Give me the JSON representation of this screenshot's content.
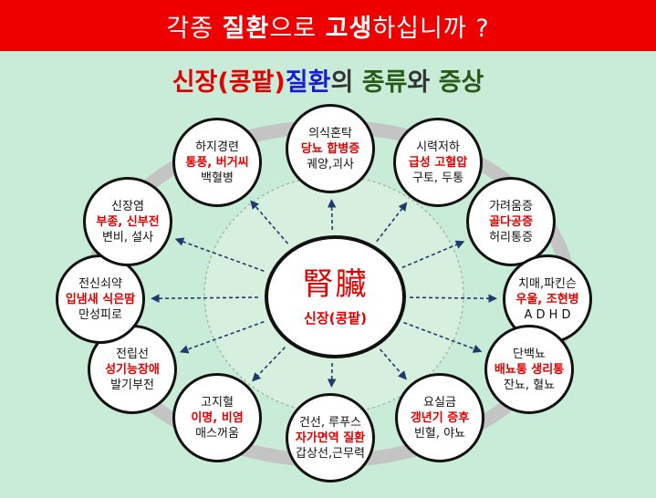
{
  "header": {
    "title_parts": [
      "각종 ",
      "질환",
      "으로 ",
      "고생",
      "하십니까 ?"
    ]
  },
  "subtitle": {
    "part1": "신장",
    "part2": "(콩팥)",
    "part3": "질환",
    "part4": "의 ",
    "part5": "종류",
    "part6": "와 ",
    "part7": "증상"
  },
  "center": {
    "hanja": "腎臟",
    "korean": "신장(콩팥)"
  },
  "nodes": [
    {
      "lines": [
        "의식혼탁",
        "당뇨 합병증",
        "궤양,괴사"
      ]
    },
    {
      "lines": [
        "시력저하",
        "급성 고혈압",
        "구토, 두통"
      ]
    },
    {
      "lines": [
        "가려움증",
        "골다공증",
        "허리통증"
      ]
    },
    {
      "lines": [
        "치매,파킨슨",
        "우울, 조현병",
        "A D H D"
      ]
    },
    {
      "lines": [
        "단백뇨",
        "배뇨통 생리통",
        "잔뇨, 혈뇨"
      ]
    },
    {
      "lines": [
        "요실금",
        "갱년기 증후",
        "빈혈, 야뇨"
      ]
    },
    {
      "lines": [
        "건선, 루푸스",
        "자가면역 질환",
        "갑상선,근무력"
      ]
    },
    {
      "lines": [
        "고지혈",
        "이명, 비염",
        "매스꺼움"
      ]
    },
    {
      "lines": [
        "전립선",
        "성기능장애",
        "발기부전"
      ]
    },
    {
      "lines": [
        "전신쇠약",
        "입냄새 식은땀",
        "만성피로"
      ]
    },
    {
      "lines": [
        "신장염",
        "부종, 신부전",
        "변비, 설사"
      ]
    },
    {
      "lines": [
        "하지경련",
        "통풍, 버거씨",
        "백혈병"
      ]
    }
  ],
  "colors": {
    "banner": "#ee0000",
    "background": "#c9ecd8",
    "ring": "#c4c4c4",
    "inner_circle": "#d6efdf",
    "arrow": "#1f3a6b",
    "accent_red": "#e30000",
    "accent_blue": "#1b1bd6"
  }
}
